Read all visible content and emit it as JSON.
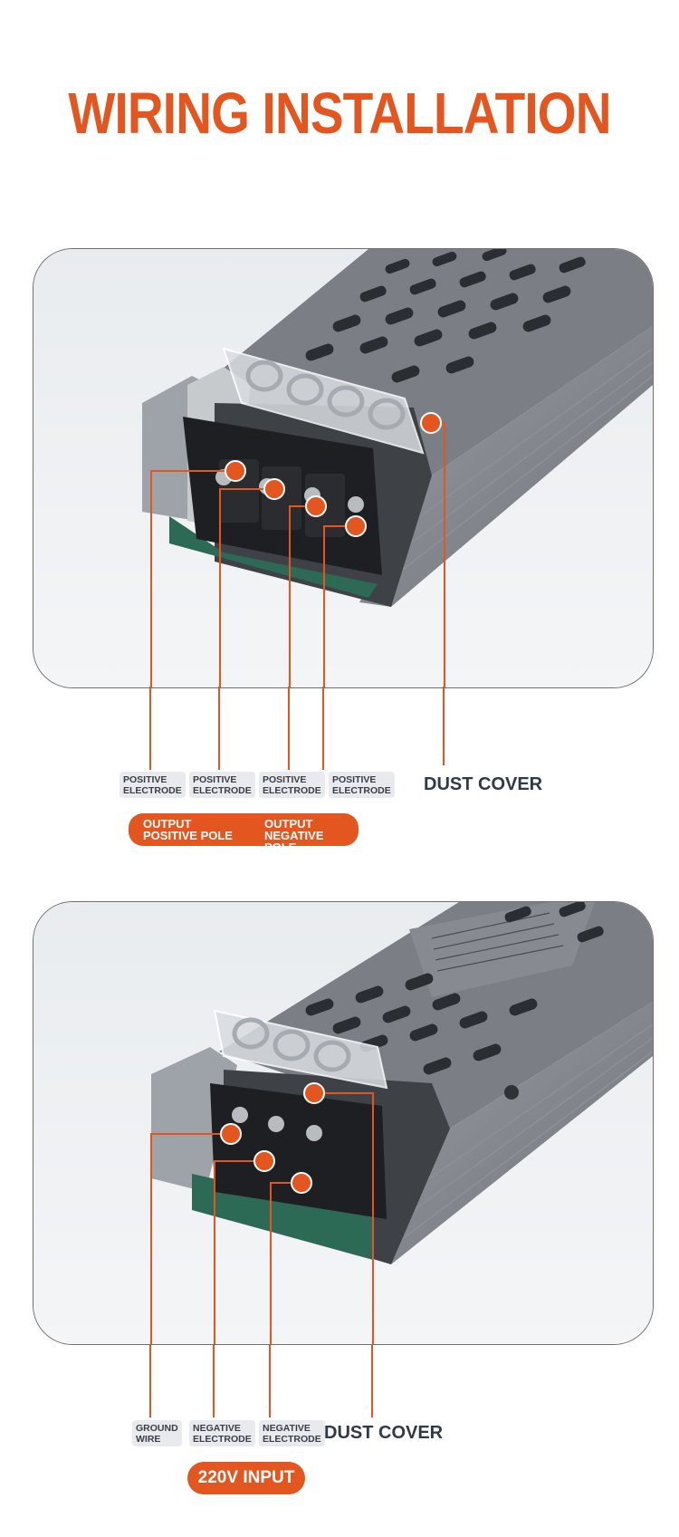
{
  "page": {
    "title": "WIRING INSTALLATION",
    "accent_color": "#e3561f"
  },
  "dc_output": {
    "terminals": [
      {
        "label": "POSITIVE\nELECTRODE"
      },
      {
        "label": "POSITIVE\nELECTRODE"
      },
      {
        "label": "POSITIVE\nELECTRODE"
      },
      {
        "label": "POSITIVE\nELECTRODE"
      }
    ],
    "cover_label": "DUST COVER",
    "pole_positive": "OUTPUT\nPOSITIVE POLE",
    "pole_negative": "OUTPUT\nNEGATIVE POLE"
  },
  "ac_input": {
    "terminals": [
      {
        "label": "GROUND\nWIRE"
      },
      {
        "label": "NEGATIVE\nELECTRODE"
      },
      {
        "label": "NEGATIVE\nELECTRODE"
      }
    ],
    "cover_label": "DUST COVER",
    "input_label": "220V INPUT"
  }
}
